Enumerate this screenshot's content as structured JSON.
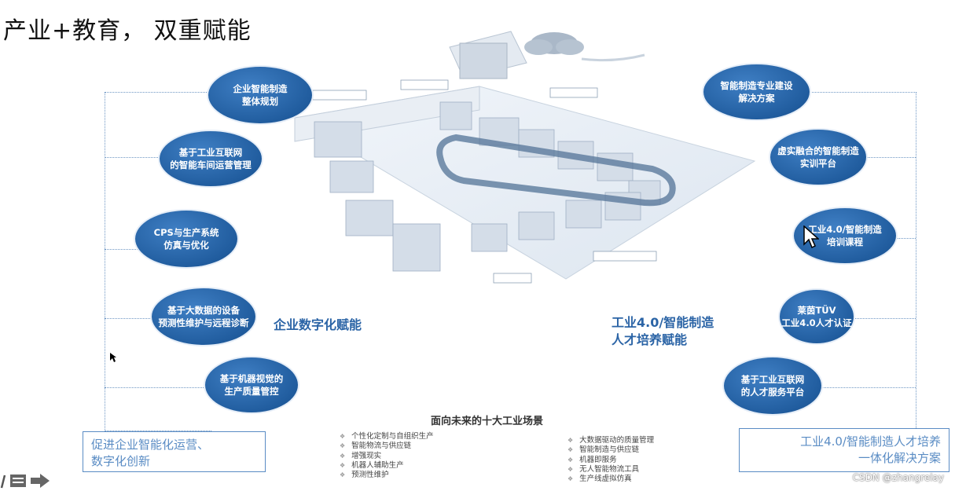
{
  "slide": {
    "title": "产业+教育，  双重赋能",
    "left_section_label": "企业数字化赋能",
    "right_section_label": "工业4.0/智能制造\n人才培养赋能",
    "left_bubbles": [
      "企业智能制造\n整体规划",
      "基于工业互联网\n的智能车间运营管理",
      "CPS与生产系统\n仿真与优化",
      "基于大数据的设备\n预测性维护与远程诊断",
      "基于机器视觉的\n生产质量管控"
    ],
    "right_bubbles": [
      "智能制造专业建设\n解决方案",
      "虚实融合的智能制造\n实训平台",
      "工业4.0/智能制造\n培训课程",
      "莱茵TÜV\n工业4.0人才认证",
      "基于工业互联网\n的人才服务平台"
    ],
    "bottom_left_box": "促进企业智能化运营、\n数字化创新",
    "bottom_right_box": "工业4.0/智能制造人才培养\n一体化解决方案",
    "scenarios_title": "面向未来的十大工业场景",
    "scenarios_left": [
      "个性化定制与自组织生产",
      "智能物流与供应链",
      "增强现实",
      "机器人辅助生产",
      "预测性维护"
    ],
    "scenarios_right": [
      "大数据驱动的质量管理",
      "智能制造与供应链",
      "机器即服务",
      "无人智能物流工具",
      "生产线虚拟仿真"
    ]
  },
  "viewer": {
    "watermark": "CSDN @zhangrelay",
    "toolbar_icons": [
      "pen-icon",
      "notes-icon",
      "next-arrow-icon"
    ]
  },
  "colors": {
    "bubble": "#215d9f",
    "accent_text": "#2b64a6",
    "box_border": "#5a8cc4",
    "dotted_line": "#6f97c4"
  }
}
